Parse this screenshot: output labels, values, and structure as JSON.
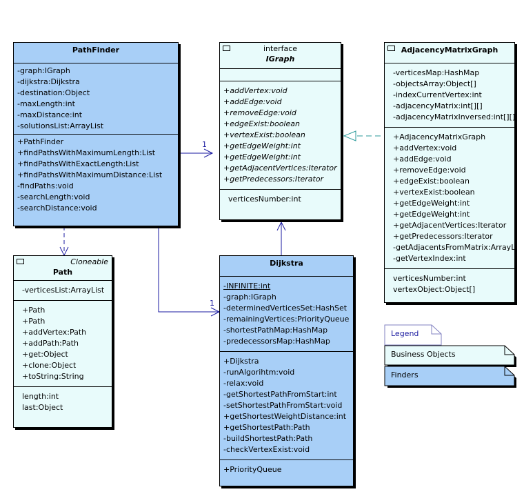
{
  "pathfinder": {
    "name": "PathFinder",
    "attributes": [
      "-graph:IGraph",
      "-dijkstra:Dijkstra",
      "-destination:Object",
      "-maxLength:int",
      "-maxDistance:int",
      "-solutionsList:ArrayList"
    ],
    "operations": [
      "+PathFinder",
      "+findPathsWithMaximumLength:List",
      "+findPathsWithExactLength:List",
      "+findPathsWithMaximumDistance:List",
      "-findPaths:void",
      "-searchLength:void",
      "-searchDistance:void"
    ]
  },
  "igraph": {
    "stereotype": "interface",
    "name": "IGraph",
    "operations": [
      "+addVertex:void",
      "+addEdge:void",
      "+removeEdge:void",
      "+edgeExist:boolean",
      "+vertexExist:boolean",
      "+getEdgeWeight:int",
      "+getEdgeWeight:int",
      "+getAdjacentVertices:Iterator",
      "+getPredecessors:Iterator"
    ],
    "properties": [
      "verticesNumber:int"
    ]
  },
  "adjacency": {
    "name": "AdjacencyMatrixGraph",
    "attributes": [
      "-verticesMap:HashMap",
      "-objectsArray:Object[]",
      "-indexCurrentVertex:int",
      "-adjacencyMatrix:int[][]",
      "-adjacencyMatrixInversed:int[][]"
    ],
    "operations": [
      "+AdjacencyMatrixGraph",
      "+addVertex:void",
      "+addEdge:void",
      "+removeEdge:void",
      "+edgeExist:boolean",
      "+vertexExist:boolean",
      "+getEdgeWeight:int",
      "+getEdgeWeight:int",
      "+getAdjacentVertices:Iterator",
      "+getPredecessors:Iterator",
      "-getAdjacentsFromMatrix:ArrayLi",
      "-getVertexIndex:int"
    ],
    "properties": [
      "verticesNumber:int",
      "vertexObject:Object[]"
    ]
  },
  "path": {
    "stereotype": "Cloneable",
    "name": "Path",
    "attributes": [
      "-verticesList:ArrayList"
    ],
    "operations": [
      "+Path",
      "+Path",
      "+addVertex:Path",
      "+addPath:Path",
      "+get:Object",
      "+clone:Object",
      "+toString:String"
    ],
    "properties": [
      "length:int",
      "last:Object"
    ]
  },
  "dijkstra": {
    "name": "Dijkstra",
    "attributes": [
      "-INFINITE:int",
      "-graph:IGraph",
      "-determinedVerticesSet:HashSet",
      "-remainingVertices:PriorityQueue",
      "-shortestPathMap:HashMap",
      "-predecessorsMap:HashMap"
    ],
    "operations": [
      "+Dijkstra",
      "-runAlgorihtm:void",
      "-relax:void",
      "-getShortestPathFromStart:int",
      "-setShortestPathFromStart:void",
      "+getShortestWeightDistance:int",
      "+getShortestPath:Path",
      "-buildShortestPath:Path",
      "-checkVertexExist:void"
    ],
    "inner": [
      "+PriorityQueue"
    ]
  },
  "multiplicity": {
    "pf_igraph": "1",
    "pf_dijkstra": "1"
  },
  "legend": {
    "title": "Legend",
    "business": "Business Objects",
    "finders": "Finders"
  },
  "colors": {
    "finder": "#a8cff7",
    "business": "#e8fbfb",
    "line": "#1a1aa0",
    "dashed": "#2a9a9a"
  }
}
